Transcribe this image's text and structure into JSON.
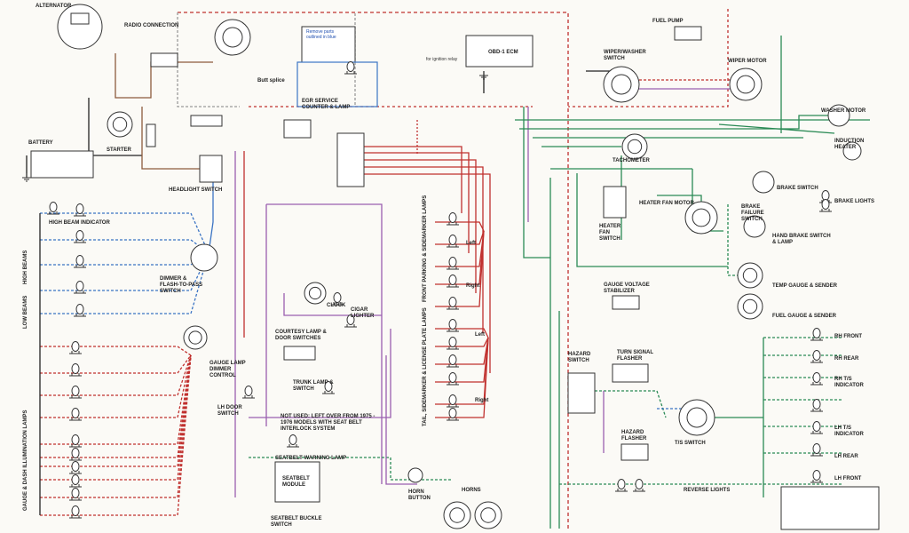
{
  "colors": {
    "red": "#c0302e",
    "green": "#2a8a55",
    "blue": "#3b74c4",
    "purple": "#9a5fb0",
    "brown": "#8c5a3c",
    "black": "#222222",
    "orange": "#d68a3a",
    "grey": "#9a9a9a"
  },
  "labels": {
    "alternator": "ALTERNATOR",
    "radio_connection": "RADIO CONNECTION",
    "battery": "BATTERY",
    "starter": "STARTER",
    "headlight_switch": "HEADLIGHT SWITCH",
    "high_beam_indicator": "HIGH BEAM INDICATOR",
    "high_beams": "HIGH BEAMS",
    "low_beams": "LOW BEAMS",
    "dimmer_switch": "DIMMER & FLASH-TO-PASS SWITCH",
    "gauge_lamp_control": "GAUGE LAMP DIMMER CONTROL",
    "gauge_dash_lamps": "GAUGE & DASH ILLUMINATION LAMPS",
    "obd_ecm": "OBD-1 ECM",
    "egr_counter": "EGR SERVICE COUNTER & LAMP",
    "butt_splice": "Butt splice",
    "remove_parts": "Remove parts outlined in blue",
    "for_ignition_relay": "for ignition relay",
    "clock": "CLOCK",
    "cigar_lighter": "CIGAR LIGHTER",
    "courtesy_lamp": "COURTESY LAMP & DOOR SWITCHES",
    "trunk_lamp": "TRUNK LAMP & SWITCH",
    "lh_door_switch": "LH DOOR SWITCH",
    "not_used": "NOT USED: LEFT OVER FROM 1975 - 1976 MODELS WITH SEAT BELT INTERLOCK SYSTEM",
    "seatbelt_warning": "SEATBELT WARNING LAMP",
    "seatbelt_module": "SEATBELT MODULE",
    "seatbelt_buckle": "SEATBELT BUCKLE SWITCH",
    "horn_button": "HORN BUTTON",
    "horns": "HORNS",
    "front_parking": "FRONT PARKING & SIDEMARKER LAMPS",
    "tail_lamps": "TAIL, SIDEMARKER & LICENSE PLATE LAMPS",
    "left": "Left",
    "right": "Right",
    "fuel_pump": "FUEL PUMP",
    "wiper_washer_switch": "WIPER/WASHER SWITCH",
    "wiper_motor": "WIPER MOTOR",
    "washer_motor": "WASHER MOTOR",
    "induction_heater": "INDUCTION HEATER",
    "tachometer": "TACHOMETER",
    "heater_fan_motor": "HEATER FAN MOTOR",
    "heater_fan_switch": "HEATER FAN SWITCH",
    "brake_switch": "BRAKE SWITCH",
    "brake_lights": "BRAKE LIGHTS",
    "brake_failure_switch": "BRAKE FAILURE SWITCH",
    "hand_brake_switch": "HAND BRAKE SWITCH & LAMP",
    "gauge_voltage_stabilizer": "GAUGE VOLTAGE STABILIZER",
    "temp_gauge": "TEMP GAUGE & SENDER",
    "fuel_gauge": "FUEL GAUGE & SENDER",
    "hazard_switch": "HAZARD SWITCH",
    "turn_signal_flasher": "TURN SIGNAL FLASHER",
    "hazard_flasher": "HAZARD FLASHER",
    "ts_switch": "T/S SWITCH",
    "rh_front": "RH FRONT",
    "rh_rear": "RH REAR",
    "rh_ts_indicator": "RH T/S INDICATOR",
    "lh_ts_indicator": "LH T/S INDICATOR",
    "lh_rear": "LH REAR",
    "lh_front": "LH FRONT",
    "reverse_lights": "REVERSE LIGHTS"
  }
}
